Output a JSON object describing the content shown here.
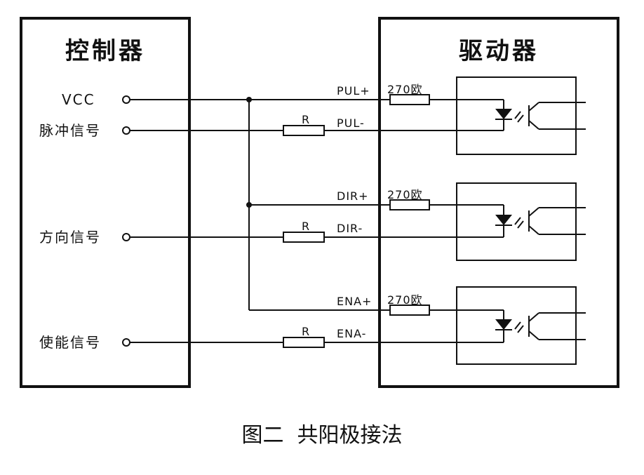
{
  "controller": {
    "title": "控制器",
    "vcc_label": "VCC",
    "pulse_label": "脉冲信号",
    "direction_label": "方向信号",
    "enable_label": "使能信号"
  },
  "driver": {
    "title": "驱动器"
  },
  "channels": [
    {
      "plus_pin": "PUL+",
      "minus_pin": "PUL-",
      "internal_resistor": "270欧",
      "external_resistor": "R"
    },
    {
      "plus_pin": "DIR+",
      "minus_pin": "DIR-",
      "internal_resistor": "270欧",
      "external_resistor": "R"
    },
    {
      "plus_pin": "ENA+",
      "minus_pin": "ENA-",
      "internal_resistor": "270欧",
      "external_resistor": "R"
    }
  ],
  "caption": "图二  共阳极接法"
}
